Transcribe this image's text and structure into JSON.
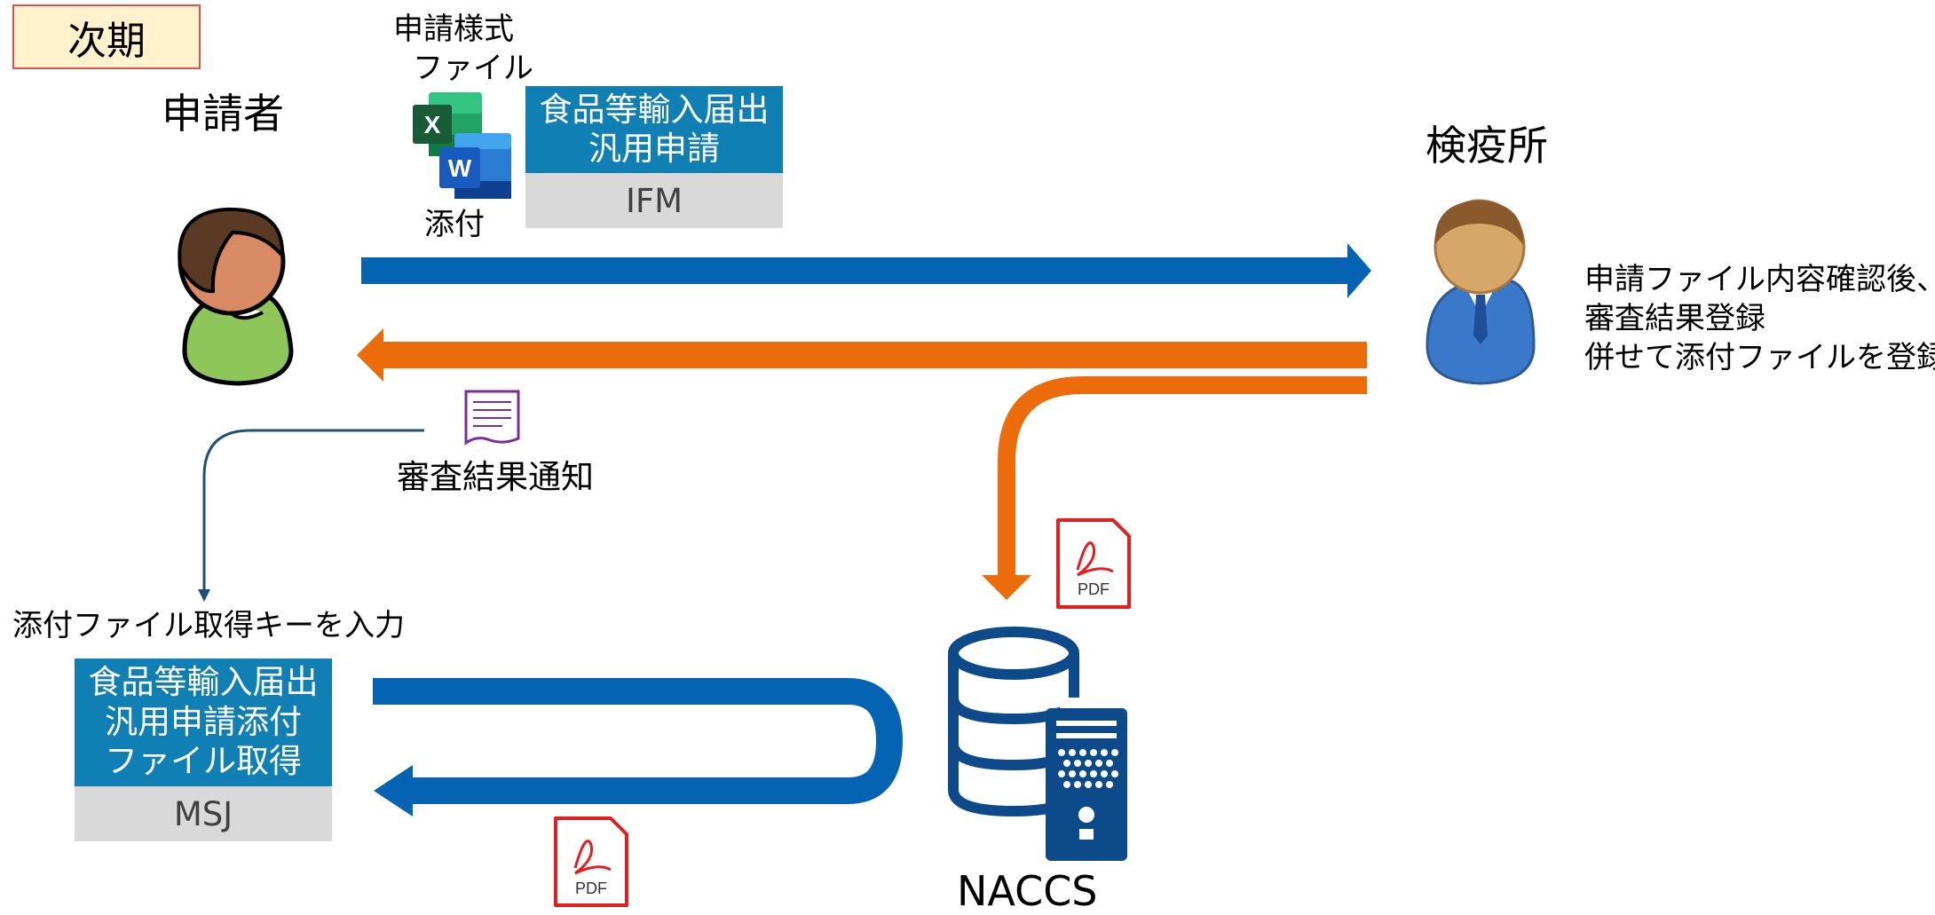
{
  "phase_label": "次期",
  "applicant": {
    "title": "申請者"
  },
  "attachment": {
    "header_line1": "申請様式",
    "header_line2": "ファイル",
    "caption": "添付",
    "excel_letter": "X",
    "word_letter": "W"
  },
  "ifm_box": {
    "line1": "食品等輸入届出",
    "line2": "汎用申請",
    "code": "IFM"
  },
  "quarantine": {
    "title": "検疫所",
    "note_line1": "申請ファイル内容確認後、",
    "note_line2": "審査結果登録",
    "note_line3": "併せて添付ファイルを登録"
  },
  "notice": {
    "label": "審査結果通知"
  },
  "key_input": {
    "label": "添付ファイル取得キーを入力"
  },
  "msj_box": {
    "line1": "食品等輸入届出",
    "line2": "汎用申請添付",
    "line3": "ファイル取得",
    "code": "MSJ"
  },
  "naccs": {
    "label": "NACCS"
  },
  "pdf_icon_text": "PDF",
  "colors": {
    "blue_arrow": "#0563b4",
    "orange_arrow": "#ec6c0b",
    "box_blue": "#0f7fb4",
    "box_gray": "#d9d9d9",
    "naccs_blue": "#0c4a8a",
    "pdf_red": "#e02020",
    "doc_purple": "#7a2c9a",
    "badge_fill": "#fff2cc",
    "badge_border": "#d9534f"
  }
}
